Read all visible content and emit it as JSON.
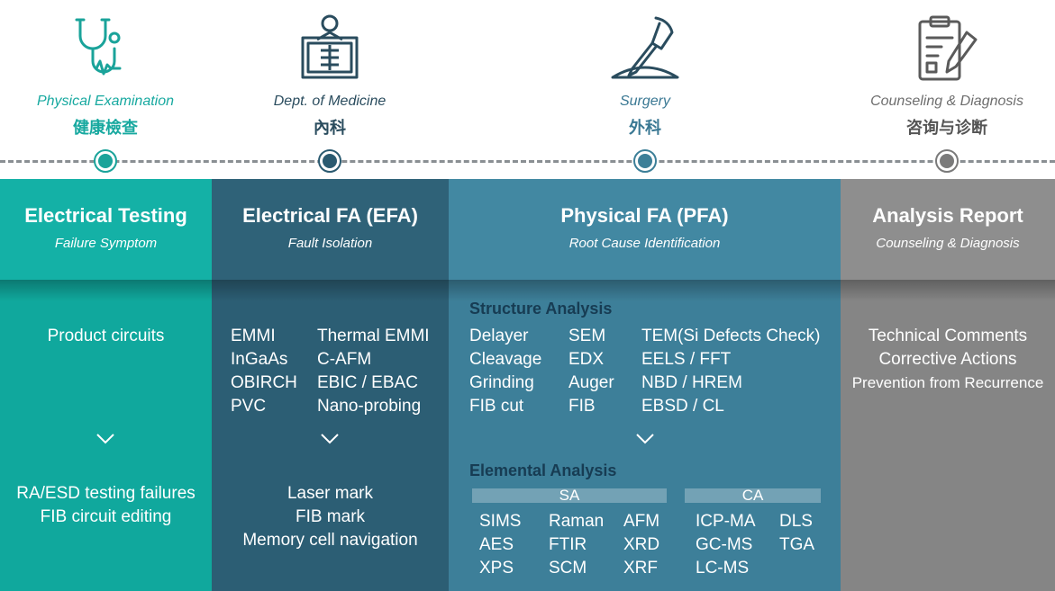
{
  "stages": [
    {
      "label_en": "Physical Examination",
      "label_zh": "健康檢查",
      "icon": "stethoscope-icon",
      "color": "#1aa39a",
      "label_color": "#18a9a0"
    },
    {
      "label_en": "Dept. of Medicine",
      "label_zh": "內科",
      "icon": "xray-icon",
      "color": "#2a5a70",
      "label_color": "#2a4c5e"
    },
    {
      "label_en": "Surgery",
      "label_zh": "外科",
      "icon": "scalpel-icon",
      "color": "#3c7f98",
      "label_color": "#3a7893"
    },
    {
      "label_en": "Counseling & Diagnosis",
      "label_zh": "咨询与诊断",
      "icon": "clipboard-icon",
      "color": "#7a7a7a",
      "label_color": "#6e6e6e"
    }
  ],
  "columns": [
    {
      "title": "Electrical Testing",
      "subtitle": "Failure Symptom",
      "head_color": "#14b1a6",
      "body_color": "#10a89d",
      "top_items": [
        "Product circuits"
      ],
      "bottom_items": [
        "RA/ESD testing failures",
        "FIB circuit editing"
      ]
    },
    {
      "title": "Electrical FA (EFA)",
      "subtitle": "Fault Isolation",
      "head_color": "#2f6278",
      "body_color": "#2c5e74",
      "left_items": [
        "EMMI",
        "InGaAs",
        "OBIRCH",
        "PVC"
      ],
      "right_items": [
        "Thermal EMMI",
        "C-AFM",
        "EBIC / EBAC",
        "Nano-probing"
      ],
      "bottom_items": [
        "Laser mark",
        "FIB mark",
        "Memory cell navigation"
      ]
    },
    {
      "title": "Physical FA (PFA)",
      "subtitle": "Root Cause Identification",
      "head_color": "#4288a2",
      "body_color": "#3d7f99",
      "structure_title": "Structure Analysis",
      "structure_col1": [
        "Delayer",
        "Cleavage",
        "Grinding",
        "FIB cut"
      ],
      "structure_col2": [
        "SEM",
        "EDX",
        "Auger",
        "FIB"
      ],
      "structure_col3": [
        "TEM(Si Defects Check)",
        "EELS / FFT",
        "NBD / HREM",
        "EBSD / CL"
      ],
      "elemental_title": "Elemental Analysis",
      "sa_label": "SA",
      "ca_label": "CA",
      "sa_col1": [
        "SIMS",
        "AES",
        "XPS"
      ],
      "sa_col2": [
        "Raman",
        "FTIR",
        "SCM"
      ],
      "sa_col3": [
        "AFM",
        "XRD",
        "XRF"
      ],
      "ca_col1": [
        "ICP-MA",
        "GC-MS",
        "LC-MS"
      ],
      "ca_col2": [
        "DLS",
        "TGA"
      ]
    },
    {
      "title": "Analysis Report",
      "subtitle": "Counseling & Diagnosis",
      "head_color": "#8e8e8e",
      "body_color": "#858585",
      "items": [
        "Technical Comments",
        "Corrective Actions",
        "Prevention from Recurrence"
      ]
    }
  ]
}
